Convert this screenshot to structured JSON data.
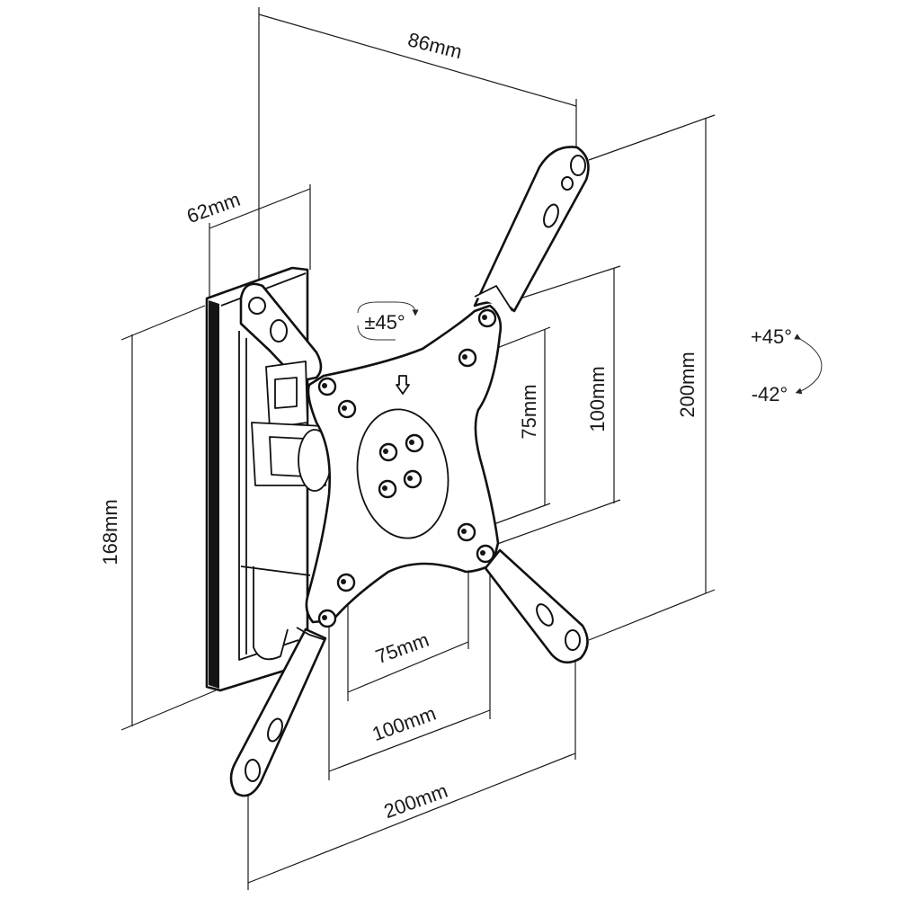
{
  "labels": {
    "depth_max": "86mm",
    "depth_min": "62mm",
    "height_wallplate": "168mm",
    "vesa_75_h": "75mm",
    "vesa_100_h": "100mm",
    "vesa_200_h": "200mm",
    "vesa_75_w": "75mm",
    "vesa_100_w": "100mm",
    "vesa_200_w": "200mm",
    "rotation": "±45°",
    "tilt_up": "+45°",
    "tilt_down": "-42°"
  }
}
